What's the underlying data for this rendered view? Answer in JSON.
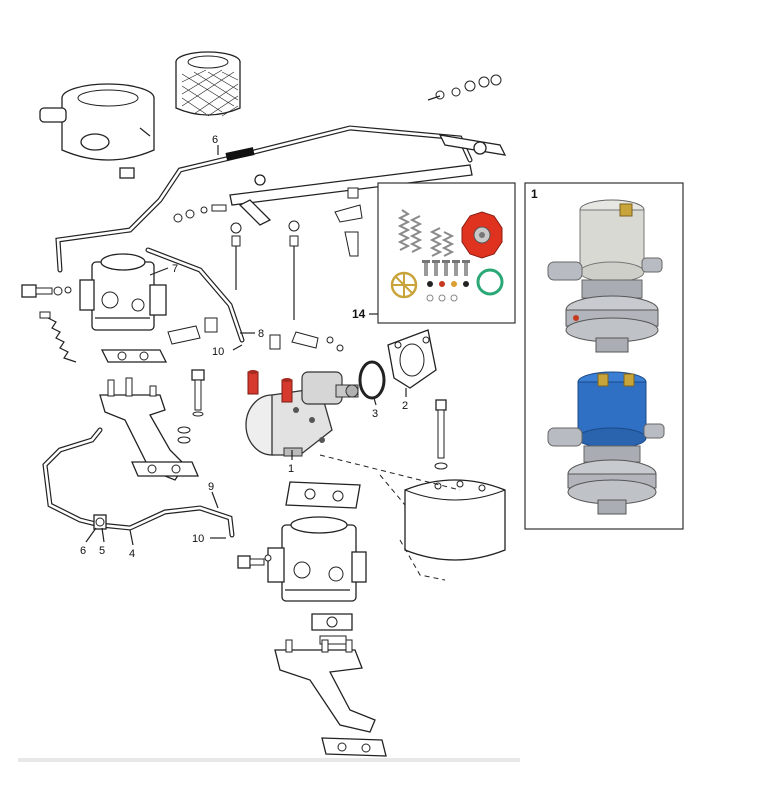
{
  "callouts": {
    "c1_pump": "1",
    "c2_gasket": "2",
    "c3_oring": "3",
    "c4_hose": "4",
    "c5_clamp": "5",
    "c6_clip_lower": "6",
    "c6_sleeve_upper": "6",
    "c7_line": "7",
    "c8_line": "8",
    "c9_hose": "9",
    "c10_upper": "10",
    "c10_lower": "10",
    "c14_kit": "14"
  },
  "panels": {
    "kit_label": "14",
    "electric_label": "1"
  },
  "colors": {
    "pump_accent": "#d63a2e",
    "diaphragm_red": "#e0331f",
    "kit_green": "#2aa876",
    "electric_blue": "#2f6fc4",
    "electric_grey": "#d9d9d4",
    "chrome": "#b8bcc2",
    "brass": "#c9a43a"
  }
}
